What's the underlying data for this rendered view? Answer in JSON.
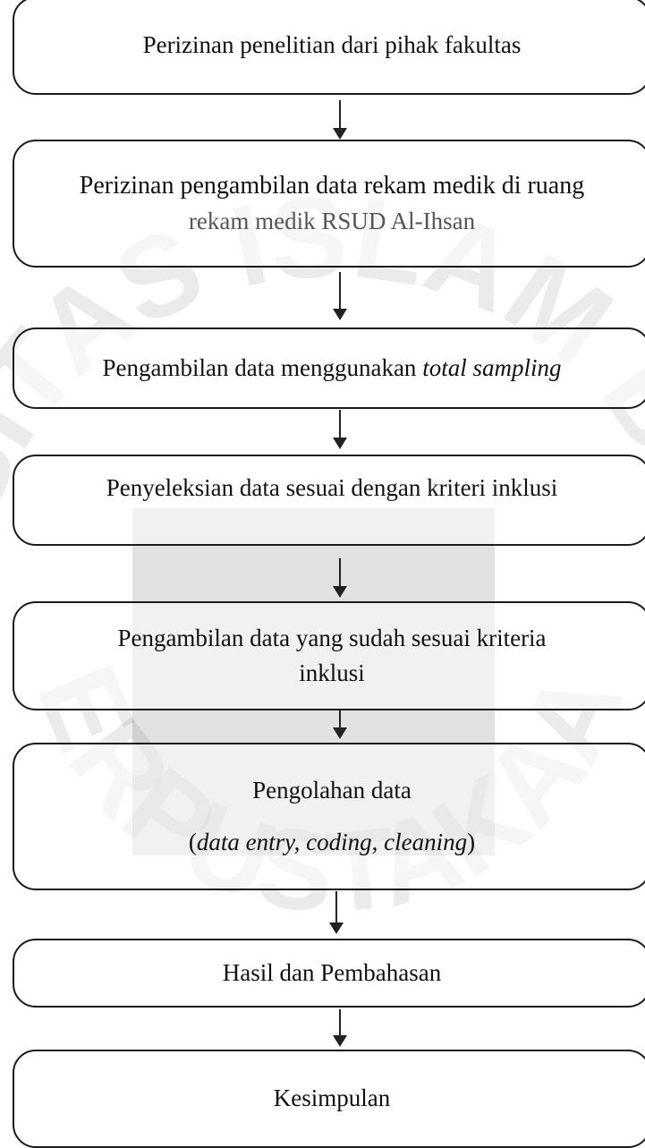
{
  "watermark": {
    "text_top": "UNIVERSITAS ISLAM BANDUNG",
    "text_bottom": "PERPUSTAKAAN"
  },
  "steps": [
    {
      "line1": "Perizinan penelitian dari pihak fakultas"
    },
    {
      "line1": "Perizinan pengambilan data rekam medik di ruang",
      "line2": "rekam medik RSUD Al-Ihsan"
    },
    {
      "prefix": "Pengambilan data menggunakan ",
      "emph": "total sampling"
    },
    {
      "line1": "Penyeleksian data sesuai dengan kriteri inklusi"
    },
    {
      "line1": "Pengambilan data yang sudah sesuai kriteria",
      "line2": "inklusi"
    },
    {
      "line1": "Pengolahan data",
      "open": "(",
      "emph": "data entry, coding, cleaning",
      "close": ")"
    },
    {
      "line1": "Hasil dan Pembahasan"
    },
    {
      "line1": "Kesimpulan"
    }
  ]
}
